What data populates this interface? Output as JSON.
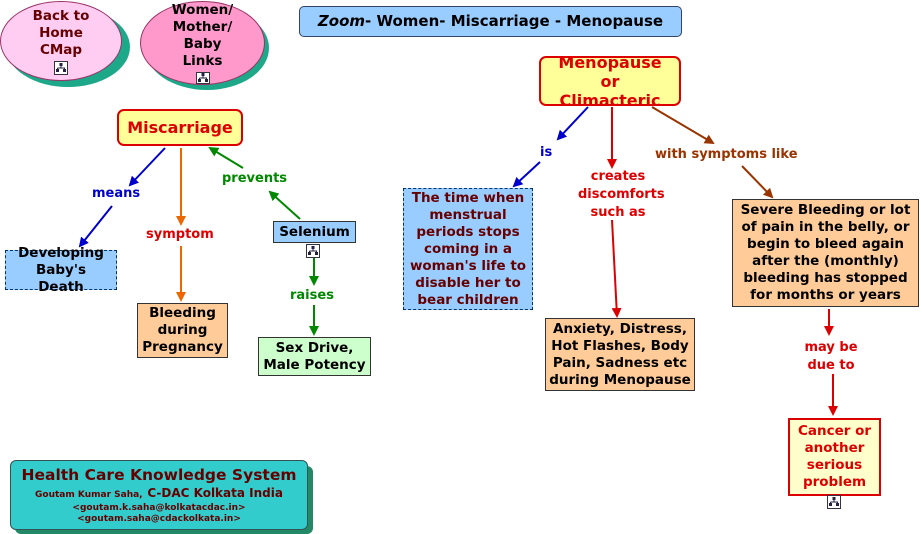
{
  "title": {
    "italic": "Zoom",
    "rest": "- Women- Miscarriage - Menopause"
  },
  "nav": {
    "back_home": "Back to Home CMap",
    "women_links": "Women/ Mother/ Baby Links"
  },
  "concepts": {
    "miscarriage": "Miscarriage",
    "developing": "Developing Baby's Death",
    "bleeding_preg": "Bleeding during Pregnancy",
    "selenium": "Selenium",
    "sex_drive": "Sex Drive, Male Potency",
    "menopause": "Menopause or Climacteric",
    "time_when": "The time when menstrual periods stops coming in a woman's life to disable her to bear children",
    "anxiety": "Anxiety, Distress, Hot Flashes, Body Pain, Sadness etc during Menopause",
    "severe": "Severe Bleeding or lot of pain in the belly, or begin to bleed again after the (monthly) bleeding has stopped for months or years",
    "cancer": "Cancer or another serious problem"
  },
  "links": {
    "means": "means",
    "symptom": "symptom",
    "prevents": "prevents",
    "raises": "raises",
    "is": "is",
    "creates": "creates discomforts such as",
    "with_symptoms": "with symptoms like",
    "may_be": "may be due to"
  },
  "footer": {
    "system": "Health Care Knowledge System",
    "author_small": "Goutam Kumar Saha,",
    "author_org": "C-DAC Kolkata India",
    "email1": "<goutam.k.saha@kolkatacdac.in>",
    "email2": "<goutam.saha@cdackolkata.in>"
  },
  "colors": {
    "blue": "#0000cc",
    "orange": "#ee6600",
    "green": "#008800",
    "red": "#dd0000",
    "brown": "#993300"
  }
}
